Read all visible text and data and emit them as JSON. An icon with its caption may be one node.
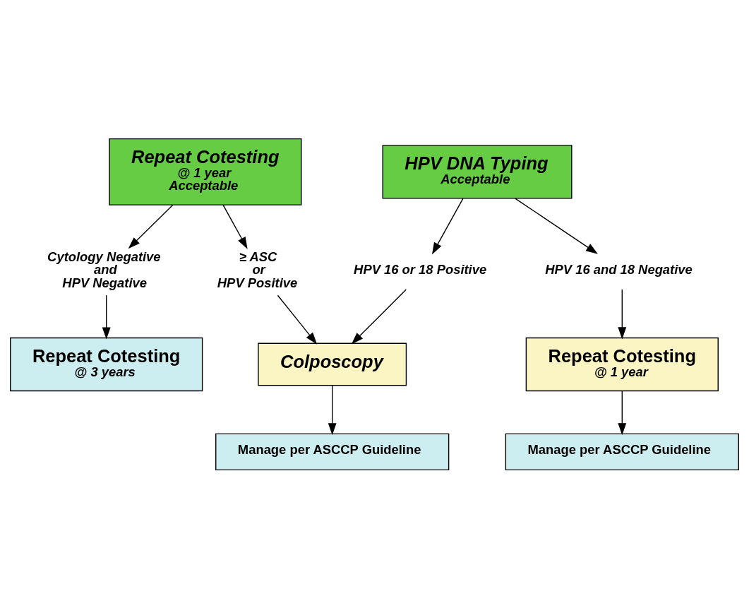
{
  "diagram": {
    "nodes": [
      {
        "text": [
          "Repeat Cotesting",
          "@ 1 year",
          "Acceptable"
        ]
      },
      {
        "text": [
          "HPV DNA Typing",
          "Acceptable"
        ]
      },
      {
        "text": [
          "Cytology Negative",
          "and",
          "HPV Negative"
        ]
      },
      {
        "text": [
          "≥ ASC",
          "or",
          "HPV Positive"
        ]
      },
      {
        "text": [
          "HPV 16 or 18 Positive"
        ]
      },
      {
        "text": [
          "HPV 16 and 18 Negative"
        ]
      },
      {
        "text": [
          "Repeat Cotesting",
          "@ 3 years"
        ]
      },
      {
        "text": [
          "Colposcopy"
        ]
      },
      {
        "text": [
          "Repeat Cotesting",
          "@ 1 year"
        ]
      },
      {
        "text": [
          "Manage per ASCCP Guideline"
        ]
      },
      {
        "text": [
          "Manage per ASCCP Guideline"
        ]
      }
    ],
    "edges": [
      {
        "from": 0,
        "to": 2,
        "arrow": "to"
      },
      {
        "from": 0,
        "to": 3,
        "arrow": "to"
      },
      {
        "from": 1,
        "to": 4,
        "arrow": "to"
      },
      {
        "from": 1,
        "to": 5,
        "arrow": "to"
      },
      {
        "from": 2,
        "to": 6,
        "arrow": "to"
      },
      {
        "from": 3,
        "to": 7,
        "arrow": "to"
      },
      {
        "from": 4,
        "to": 7,
        "arrow": "to"
      },
      {
        "from": 5,
        "to": 8,
        "arrow": "to"
      },
      {
        "from": 7,
        "to": 9,
        "arrow": "to"
      },
      {
        "from": 8,
        "to": 10,
        "arrow": "to"
      }
    ]
  }
}
